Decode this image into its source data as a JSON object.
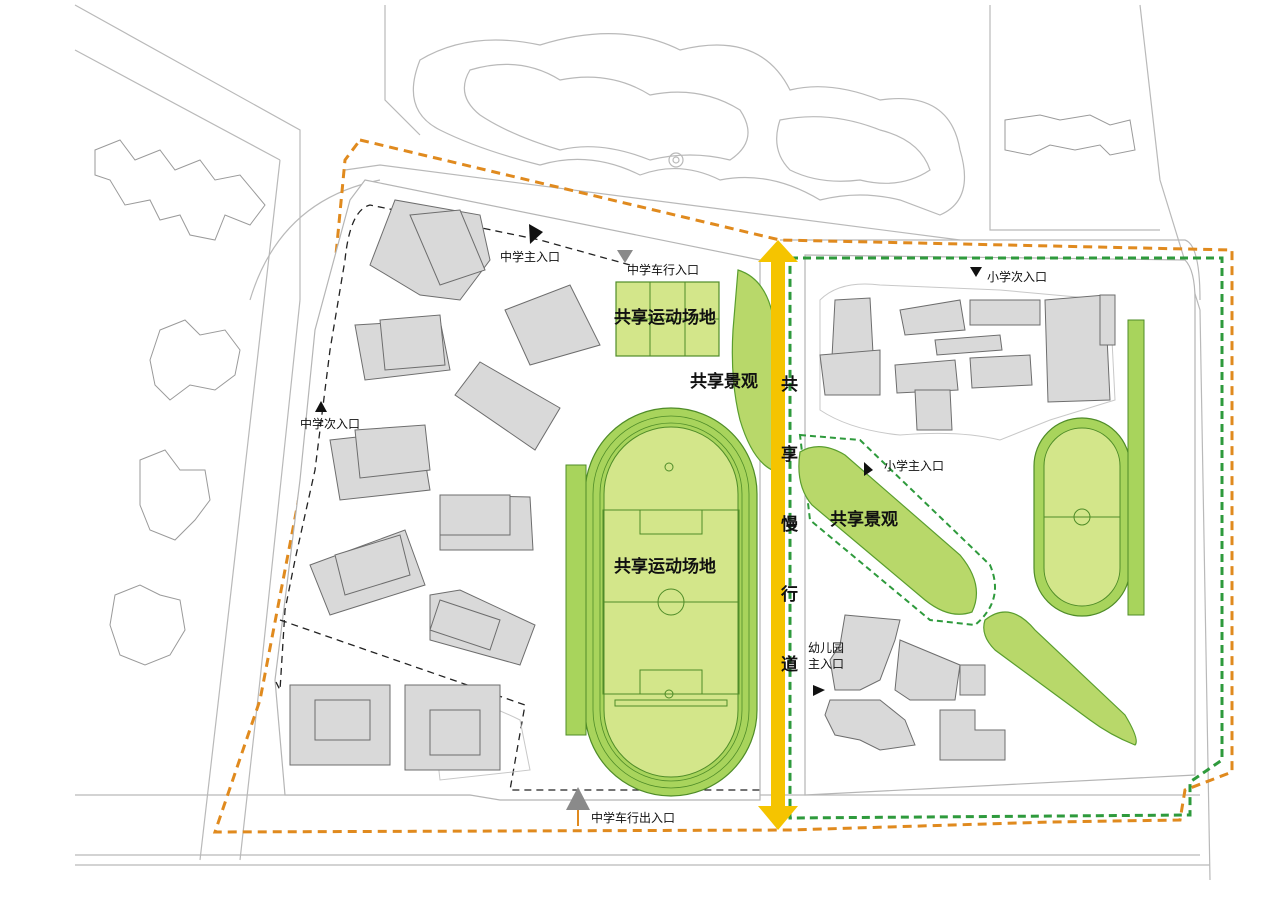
{
  "map": {
    "zones": {
      "shared_sports_top": "共享运动场地",
      "shared_sports_center": "共享运动场地",
      "shared_landscape_left": "共享景观",
      "shared_landscape_right": "共享景观"
    },
    "shared_walkway_chars": [
      "共",
      "享",
      "慢",
      "行",
      "道"
    ],
    "entrances": {
      "middle_school_main": "中学主入口",
      "middle_school_vehicle_in": "中学车行入口",
      "middle_school_secondary": "中学次入口",
      "middle_school_vehicle_inout": "中学车行出入口",
      "primary_school_secondary": "小学次入口",
      "primary_school_main": "小学主入口",
      "kindergarten_main_line1": "幼儿园",
      "kindergarten_main_line2": "主入口"
    },
    "colors": {
      "middle_school_boundary": "#e08a1e",
      "primary_school_boundary": "#2e9a3c",
      "walkway": "#f5c400",
      "sports_field": "#d3e68a",
      "track": "#a8d45c",
      "landscape": "#b8d86a",
      "building": "#d9d9d9"
    }
  }
}
